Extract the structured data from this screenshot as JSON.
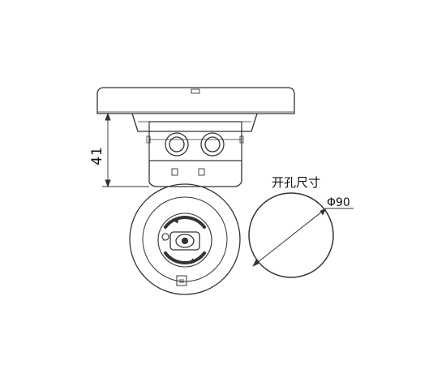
{
  "dimensions": {
    "height_label": "41",
    "cutout_title": "开孔尺寸",
    "cutout_diameter": "Φ90"
  },
  "colors": {
    "line": "#333333",
    "fill": "#ffffff"
  }
}
